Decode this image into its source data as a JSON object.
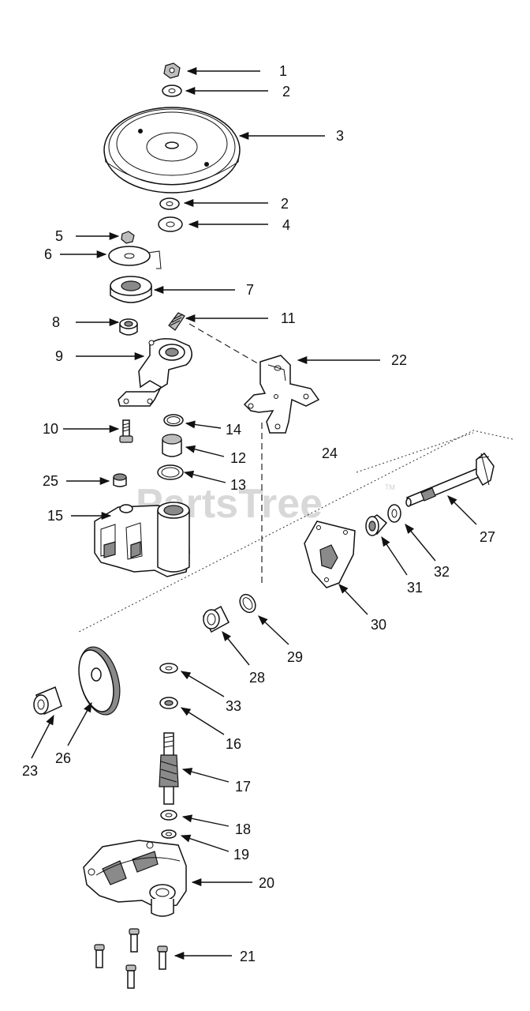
{
  "watermark": {
    "text": "PartsTree",
    "trademark": "TM"
  },
  "callouts": [
    "1",
    "2",
    "3",
    "2",
    "4",
    "5",
    "6",
    "7",
    "8",
    "11",
    "9",
    "22",
    "10",
    "14",
    "12",
    "24",
    "25",
    "13",
    "27",
    "15",
    "32",
    "31",
    "30",
    "29",
    "28",
    "33",
    "23",
    "26",
    "16",
    "17",
    "18",
    "19",
    "20",
    "21"
  ]
}
